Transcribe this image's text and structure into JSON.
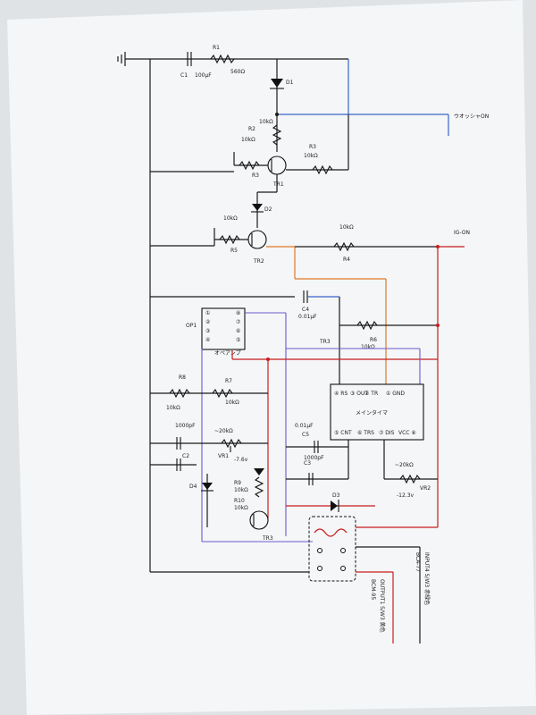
{
  "components": {
    "r1": {
      "ref": "R1",
      "value": "560Ω"
    },
    "c1": {
      "ref": "C1",
      "value": "100μF"
    },
    "d1": {
      "ref": "D1"
    },
    "r2": {
      "ref": "R2",
      "value": "10kΩ"
    },
    "r3": {
      "ref": "R3",
      "value": "10kΩ"
    },
    "r3b": {
      "ref": "R3",
      "value": "10kΩ"
    },
    "tr1": {
      "ref": "TR1"
    },
    "d2": {
      "ref": "D2"
    },
    "r5": {
      "ref": "R5",
      "value": "10kΩ"
    },
    "tr2": {
      "ref": "TR2"
    },
    "r4": {
      "ref": "R4",
      "value": "10kΩ"
    },
    "c4": {
      "ref": "C4",
      "value": "0.01μF"
    },
    "r6": {
      "ref": "R6",
      "value": "10kΩ"
    },
    "tr3_label": {
      "ref": "TR3"
    },
    "op1": {
      "ref": "OP1",
      "name": "オペアンプ",
      "pins": [
        "①",
        "②",
        "③",
        "④",
        "⑤",
        "⑥",
        "⑦",
        "⑧"
      ]
    },
    "r8": {
      "ref": "R8",
      "value": "10kΩ"
    },
    "r7": {
      "ref": "R7",
      "value": "10kΩ"
    },
    "c_1000": {
      "value": "1000pF"
    },
    "vr1": {
      "ref": "VR1",
      "value": "~20kΩ",
      "note": "-7.6v"
    },
    "c2": {
      "ref": "C2"
    },
    "d4": {
      "ref": "D4"
    },
    "r9": {
      "ref": "R9",
      "value": "10kΩ"
    },
    "r10": {
      "ref": "R10",
      "value": "10kΩ"
    },
    "tr3": {
      "ref": "TR3"
    },
    "c5": {
      "ref": "C5",
      "value": "0.01μF"
    },
    "c3": {
      "ref": "C3",
      "value": "1000pF"
    },
    "vr2": {
      "ref": "VR2",
      "value": "~20kΩ",
      "note": "-12.3v"
    },
    "d3": {
      "ref": "D3"
    }
  },
  "timer": {
    "name": "メインタイマ",
    "pins": {
      "gnd": "① GND",
      "tr": "② TR",
      "out": "③ OUT",
      "rs": "④ RS",
      "cnt": "⑤ CNT",
      "trs": "⑥ TRS",
      "dis": "⑦ DIS",
      "vcc": "VCC ⑧"
    }
  },
  "labels": {
    "ready_on": "ウオッシャON",
    "ig_on": "IG-ON",
    "input": "INPUT4  S/W3  赤緑色",
    "input_model": "BCA-77",
    "output": "OUTPUT1  S/W3  黄色",
    "output_model": "BCM-95"
  },
  "colors": {
    "blue": "#3a64c8",
    "red": "#c81e1e",
    "orange": "#e07a2a",
    "violet": "#6a5acd",
    "paper": "#f4f6f7"
  }
}
